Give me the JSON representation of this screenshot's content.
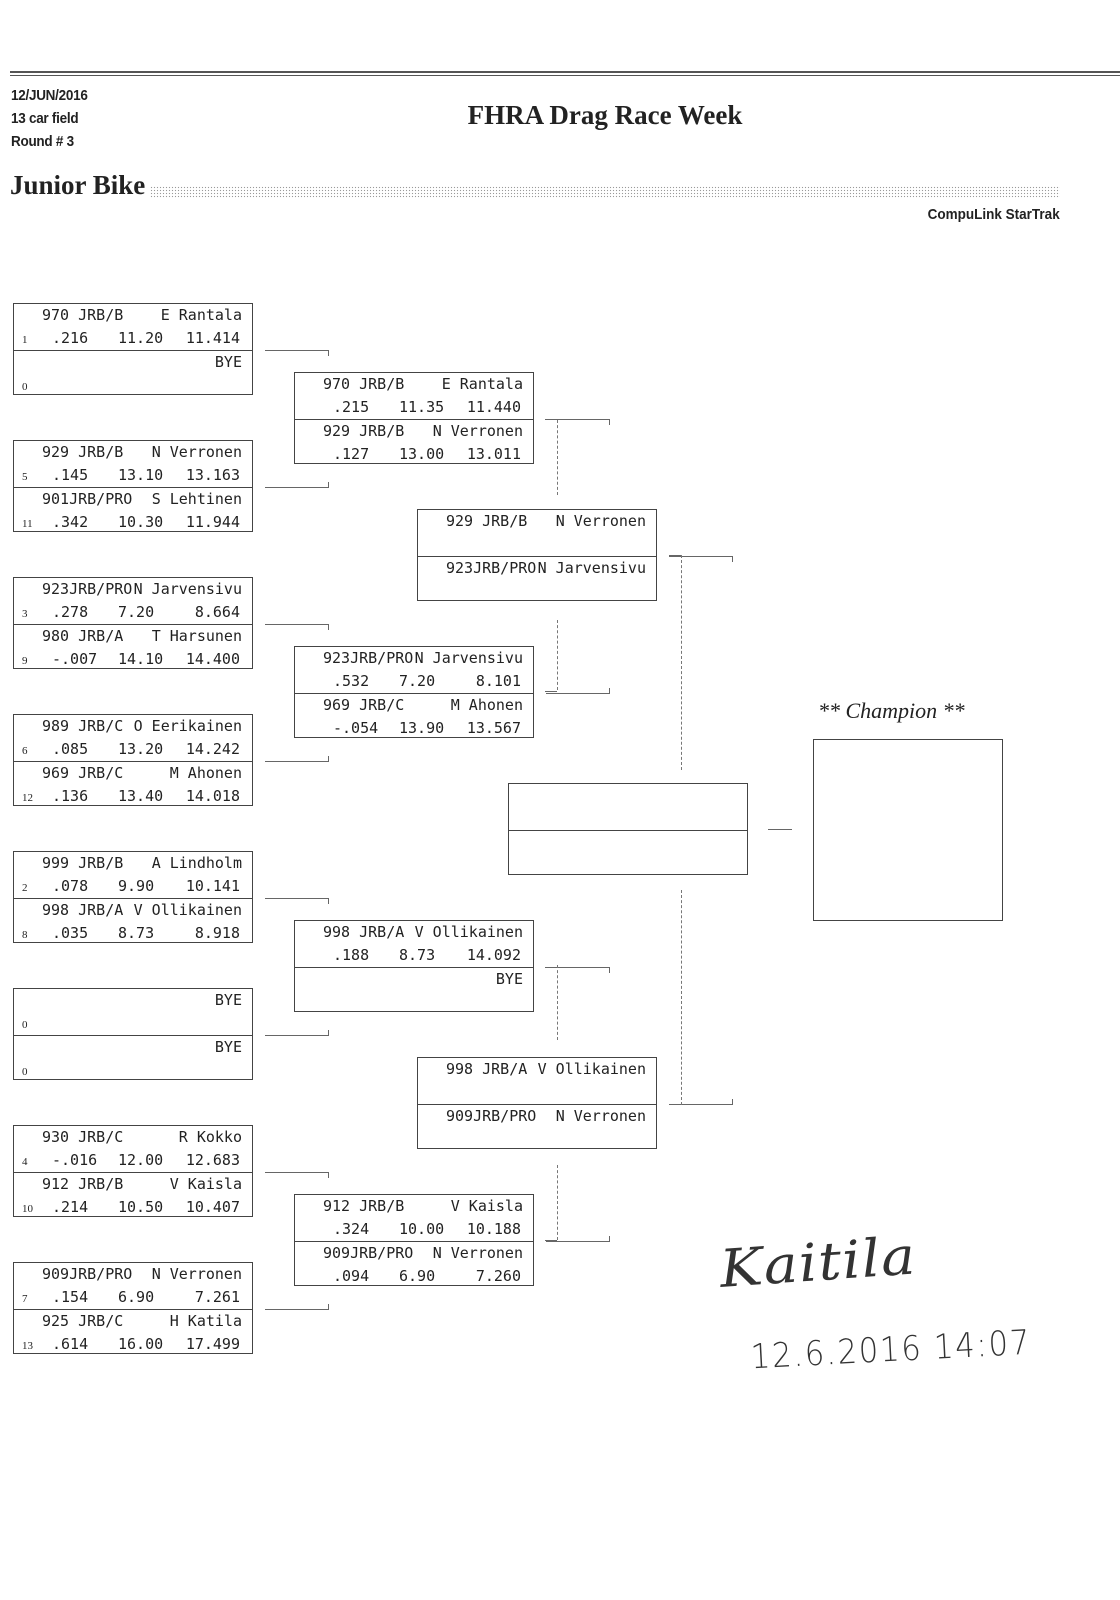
{
  "header": {
    "date": "12/JUN/2016",
    "field": "13 car field",
    "round": "Round # 3",
    "event_title": "FHRA Drag Race Week",
    "class_name": "Junior Bike",
    "software": "CompuLink StarTrak"
  },
  "champion_label": "** Champion **",
  "rounds": [
    [
      [
        {
          "seed": "1",
          "car": "970 JRB/B",
          "name": "E Rantala",
          "rt": ".216",
          "dial": "11.20",
          "et": "11.414"
        },
        {
          "seed": "0",
          "car": "",
          "name": "BYE",
          "rt": "",
          "dial": "",
          "et": ""
        }
      ],
      [
        {
          "seed": "5",
          "car": "929 JRB/B",
          "name": "N Verronen",
          "rt": ".145",
          "dial": "13.10",
          "et": "13.163"
        },
        {
          "seed": "11",
          "car": "901JRB/PRO",
          "name": "S Lehtinen",
          "rt": ".342",
          "dial": "10.30",
          "et": "11.944"
        }
      ],
      [
        {
          "seed": "3",
          "car": "923JRB/PRO",
          "name": "N Jarvensivu",
          "rt": ".278",
          "dial": "7.20",
          "et": "8.664"
        },
        {
          "seed": "9",
          "car": "980 JRB/A",
          "name": "T Harsunen",
          "rt": "-.007",
          "dial": "14.10",
          "et": "14.400"
        }
      ],
      [
        {
          "seed": "6",
          "car": "989 JRB/C",
          "name": "O Eerikainen",
          "rt": ".085",
          "dial": "13.20",
          "et": "14.242"
        },
        {
          "seed": "12",
          "car": "969 JRB/C",
          "name": "M Ahonen",
          "rt": ".136",
          "dial": "13.40",
          "et": "14.018"
        }
      ],
      [
        {
          "seed": "2",
          "car": "999 JRB/B",
          "name": "A Lindholm",
          "rt": ".078",
          "dial": "9.90",
          "et": "10.141"
        },
        {
          "seed": "8",
          "car": "998 JRB/A",
          "name": "V Ollikainen",
          "rt": ".035",
          "dial": "8.73",
          "et": "8.918"
        }
      ],
      [
        {
          "seed": "0",
          "car": "",
          "name": "BYE",
          "rt": "",
          "dial": "",
          "et": ""
        },
        {
          "seed": "0",
          "car": "",
          "name": "BYE",
          "rt": "",
          "dial": "",
          "et": ""
        }
      ],
      [
        {
          "seed": "4",
          "car": "930 JRB/C",
          "name": "R Kokko",
          "rt": "-.016",
          "dial": "12.00",
          "et": "12.683"
        },
        {
          "seed": "10",
          "car": "912 JRB/B",
          "name": "V Kaisla",
          "rt": ".214",
          "dial": "10.50",
          "et": "10.407"
        }
      ],
      [
        {
          "seed": "7",
          "car": "909JRB/PRO",
          "name": "N Verronen",
          "rt": ".154",
          "dial": "6.90",
          "et": "7.261"
        },
        {
          "seed": "13",
          "car": "925 JRB/C",
          "name": "H Katila",
          "rt": ".614",
          "dial": "16.00",
          "et": "17.499"
        }
      ]
    ],
    [
      [
        {
          "seed": "",
          "car": "970 JRB/B",
          "name": "E Rantala",
          "rt": ".215",
          "dial": "11.35",
          "et": "11.440"
        },
        {
          "seed": "",
          "car": "929 JRB/B",
          "name": "N Verronen",
          "rt": ".127",
          "dial": "13.00",
          "et": "13.011"
        }
      ],
      [
        {
          "seed": "",
          "car": "923JRB/PRO",
          "name": "N Jarvensivu",
          "rt": ".532",
          "dial": "7.20",
          "et": "8.101"
        },
        {
          "seed": "",
          "car": "969 JRB/C",
          "name": "M Ahonen",
          "rt": "-.054",
          "dial": "13.90",
          "et": "13.567"
        }
      ],
      [
        {
          "seed": "",
          "car": "998 JRB/A",
          "name": "V Ollikainen",
          "rt": ".188",
          "dial": "8.73",
          "et": "14.092"
        },
        {
          "seed": "",
          "car": "",
          "name": "BYE",
          "rt": "",
          "dial": "",
          "et": ""
        }
      ],
      [
        {
          "seed": "",
          "car": "912 JRB/B",
          "name": "V Kaisla",
          "rt": ".324",
          "dial": "10.00",
          "et": "10.188"
        },
        {
          "seed": "",
          "car": "909JRB/PRO",
          "name": "N Verronen",
          "rt": ".094",
          "dial": "6.90",
          "et": "7.260"
        }
      ]
    ],
    [
      [
        {
          "seed": "",
          "car": "929 JRB/B",
          "name": "N Verronen",
          "rt": "",
          "dial": "",
          "et": ""
        },
        {
          "seed": "",
          "car": "923JRB/PRO",
          "name": "N Jarvensivu",
          "rt": "",
          "dial": "",
          "et": ""
        }
      ],
      [
        {
          "seed": "",
          "car": "998 JRB/A",
          "name": "V Ollikainen",
          "rt": "",
          "dial": "",
          "et": ""
        },
        {
          "seed": "",
          "car": "909JRB/PRO",
          "name": "N Verronen",
          "rt": "",
          "dial": "",
          "et": ""
        }
      ]
    ],
    [
      [
        {
          "seed": "",
          "car": "",
          "name": "",
          "rt": "",
          "dial": "",
          "et": ""
        },
        {
          "seed": "",
          "car": "",
          "name": "",
          "rt": "",
          "dial": "",
          "et": ""
        }
      ]
    ]
  ],
  "signature": {
    "scribble": "Kaitila",
    "date_time": "12.6.2016  14:07"
  }
}
